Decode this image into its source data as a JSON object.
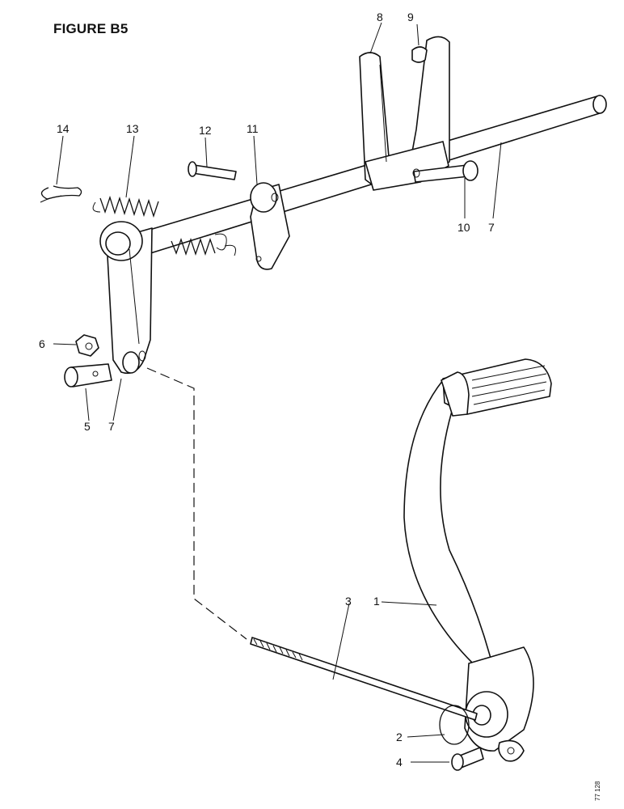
{
  "figure_title": "FIGURE B5",
  "reference_code": "77 128",
  "callouts": {
    "c1": "1",
    "c2": "2",
    "c3": "3",
    "c4": "4",
    "c5": "5",
    "c6": "6",
    "c7a": "7",
    "c7b": "7",
    "c8": "8",
    "c9": "9",
    "c10": "10",
    "c11": "11",
    "c12": "12",
    "c13": "13",
    "c14": "14"
  }
}
